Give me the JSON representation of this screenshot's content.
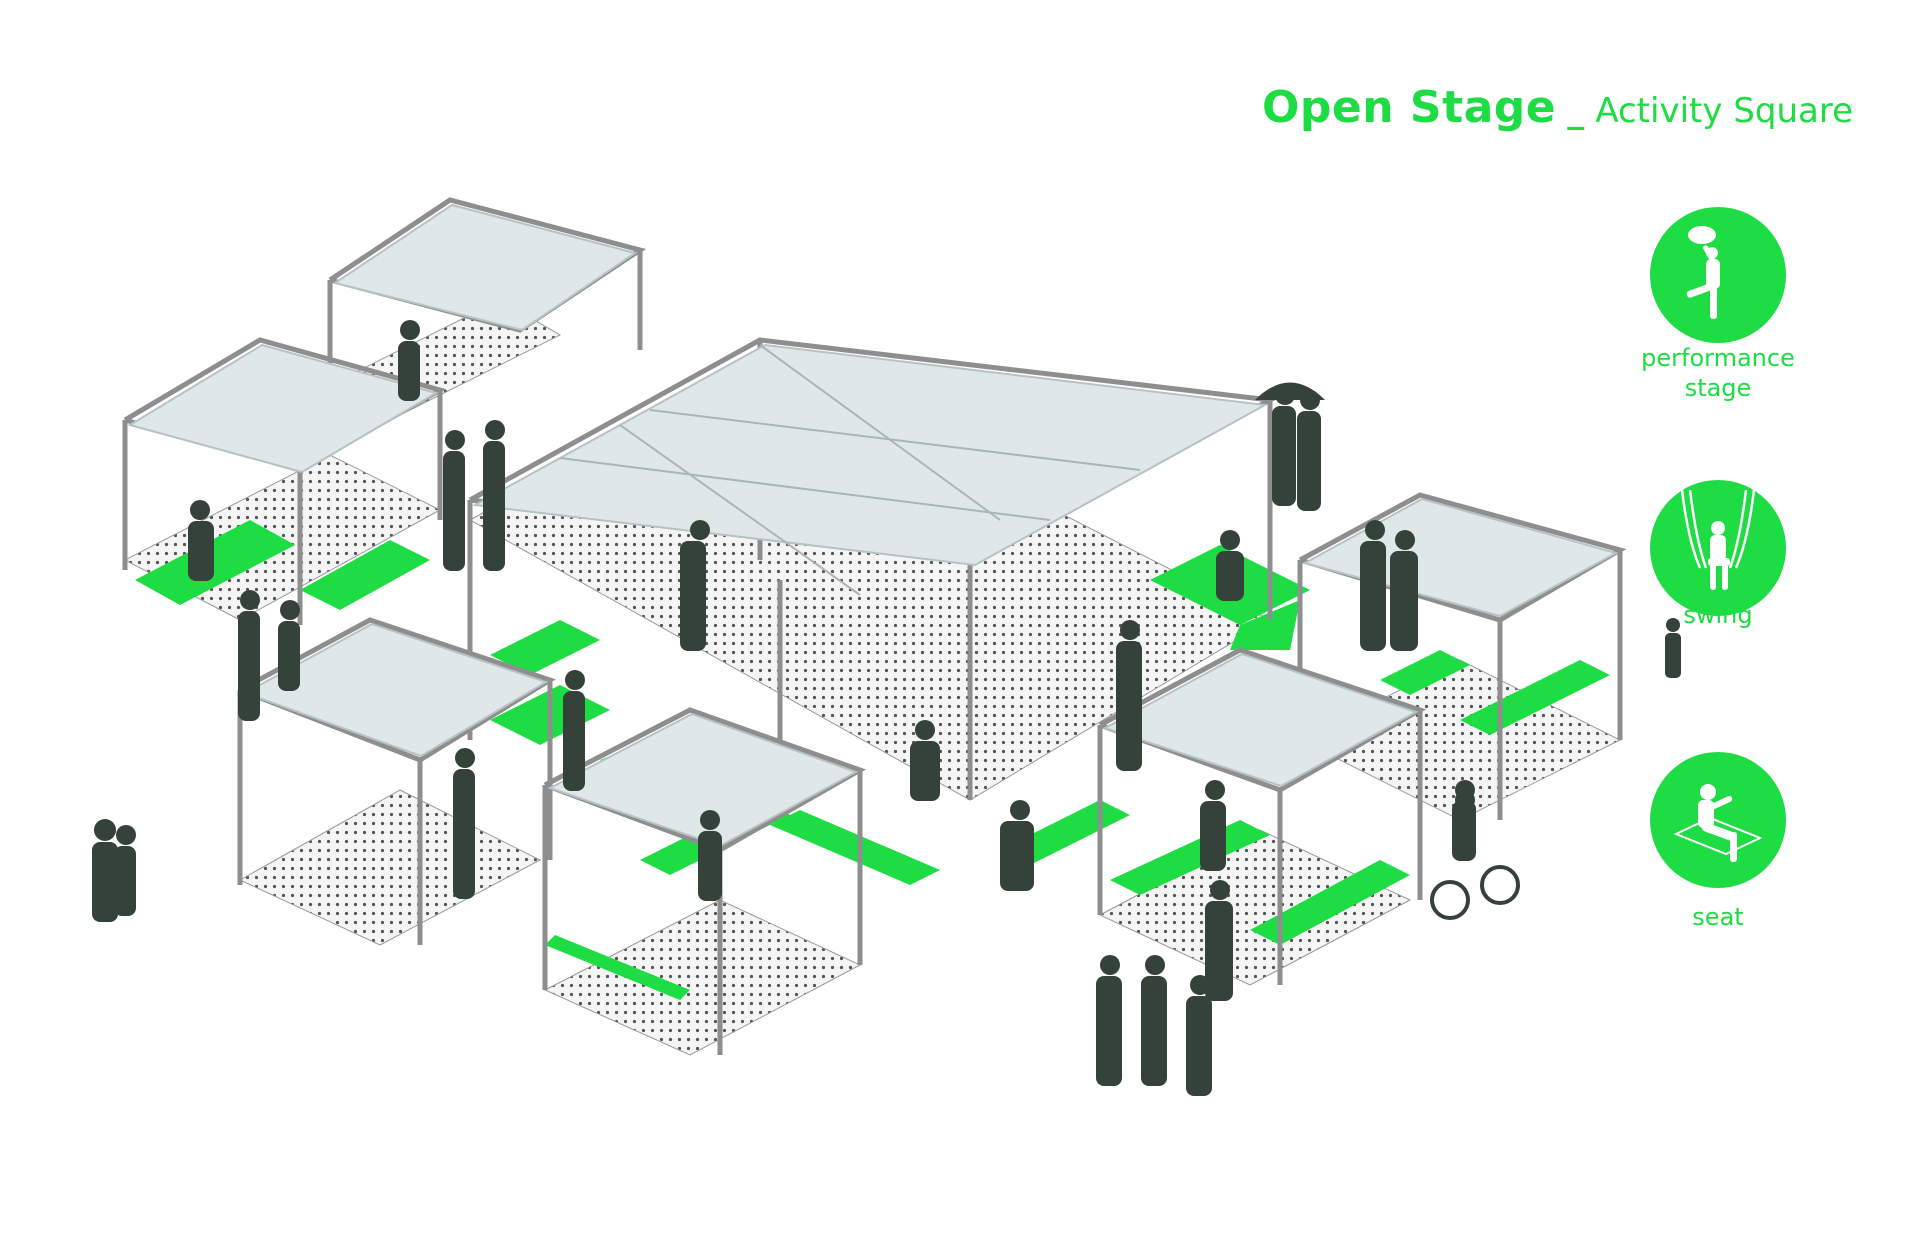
{
  "title": {
    "main": "Open Stage",
    "separator": "_",
    "sub": "Activity Square"
  },
  "legend": [
    {
      "icon": "performance-stage-icon",
      "label_line1": "performance",
      "label_line2": "stage"
    },
    {
      "icon": "swing-icon",
      "label_line1": "swing",
      "label_line2": ""
    },
    {
      "icon": "seat-icon",
      "label_line1": "seat",
      "label_line2": ""
    }
  ],
  "colors": {
    "accent": "#1edc43",
    "canopy": "#dde6e6",
    "frame": "#9a9a9a",
    "people": "#2e3a32"
  }
}
